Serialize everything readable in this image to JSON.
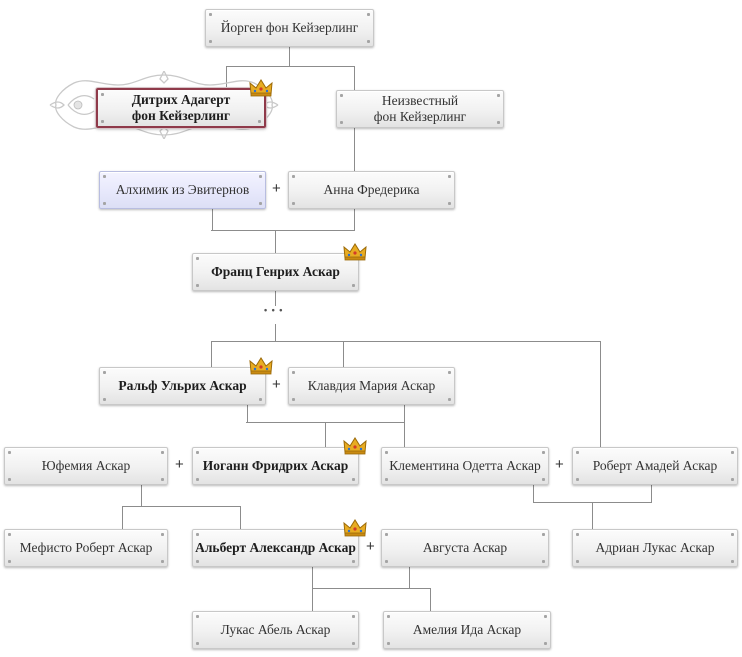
{
  "tree": {
    "persons": {
      "jorgen": "Йорген фон Кейзерлинг",
      "ditrich": "Дитрих Адагерт\nфон Кейзерлинг",
      "unknown": "Неизвестный\nфон Кейзерлинг",
      "alchemist": "Алхимик из Эвитернов",
      "anna": "Анна Фредерика",
      "franz": "Франц Генрих Аскар",
      "ralph": "Ральф Ульрих Аскар",
      "klavdia": "Клавдия Мария Аскар",
      "yufemia": "Юфемия Аскар",
      "iogann": "Иоганн Фридрих Аскар",
      "klementina": "Клементина Одетта Аскар",
      "robert_amadei": "Роберт Амадей Аскар",
      "mefisto": "Мефисто Роберт Аскар",
      "albert": "Альберт Александр Аскар",
      "augusta": "Августа Аскар",
      "adrian": "Адриан Лукас Аскар",
      "lukas": "Лукас Абель Аскар",
      "amelia": "Амелия Ида Аскар"
    },
    "marriage_symbol": "+",
    "ellipsis": "• • •",
    "colors": {
      "line": "#8c8c8c",
      "box_border": "#c8c8c8",
      "box_top": "#fcfcfc",
      "box_bottom": "#e3e3e3",
      "highlight_box": "#e6e7fb",
      "crown_gold": "#e0a21a",
      "frame_accent": "#8f3a4a"
    },
    "icons": [
      "crown-icon",
      "ornate-frame"
    ]
  }
}
